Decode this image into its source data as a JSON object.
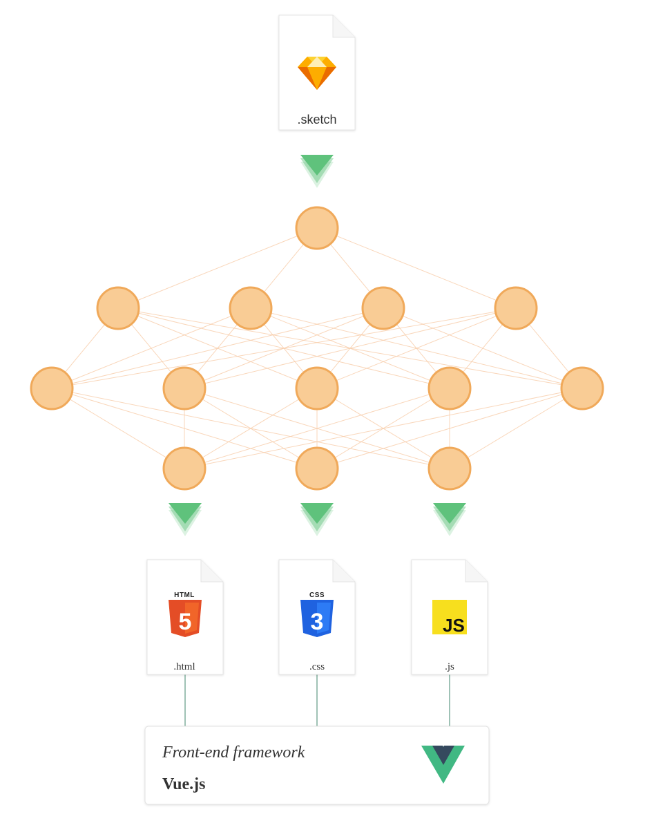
{
  "input_file": {
    "label": ".sketch",
    "icon": "sketch-icon"
  },
  "output_files": [
    {
      "id": "html",
      "label": ".html",
      "icon": "html5-icon",
      "badge": "HTML",
      "badge_glyph": "5",
      "color": "#e44d26"
    },
    {
      "id": "css",
      "label": ".css",
      "icon": "css3-icon",
      "badge": "CSS",
      "badge_glyph": "3",
      "color": "#1f62e0"
    },
    {
      "id": "js",
      "label": ".js",
      "icon": "javascript-icon",
      "badge": "JS",
      "color": "#f7df1e"
    }
  ],
  "framework": {
    "caption": "Front-end framework",
    "name": "Vue.js",
    "icon": "vue-logo-icon"
  },
  "network": {
    "layers": [
      1,
      4,
      5,
      3
    ],
    "node_fill": "#f9cc95",
    "node_stroke": "#f0a95a",
    "edge_color": "#f7c9a3"
  },
  "colors": {
    "arrow": "#5fc27c",
    "connector": "#5f9a84",
    "card_border": "#e6e6e6",
    "text": "#333333"
  }
}
